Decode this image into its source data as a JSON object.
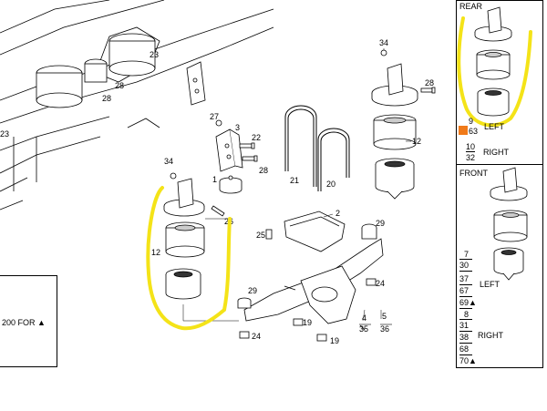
{
  "callouts": {
    "c34a": "34",
    "c28a": "28",
    "c12a": "12",
    "c23a": "23",
    "c28b": "28",
    "c28c": "28",
    "c23b": "23",
    "c27": "27",
    "c3": "3",
    "c22": "22",
    "c28d": "28",
    "c34b": "34",
    "c1": "1",
    "c26": "26",
    "c21": "21",
    "c20": "20",
    "c2": "2",
    "c12b": "12",
    "c25": "25",
    "c29a": "29",
    "c24a": "24",
    "c29b": "29",
    "c19a": "19",
    "c19b": "19",
    "c24b": "24",
    "c4": "4",
    "c5": "5",
    "c35": "35",
    "c36": "36"
  },
  "side_panel": {
    "rear": {
      "title": "REAR",
      "row1_num": "9",
      "row1_badge": "63",
      "row1_label": "LEFT",
      "row2_num_a": "10",
      "row2_num_b": "32",
      "row2_label": "RIGHT"
    },
    "front": {
      "title": "FRONT",
      "left_nums": [
        "7",
        "30",
        "37",
        "67",
        "69▲"
      ],
      "left_label": "LEFT",
      "right_nums": [
        "8",
        "31",
        "38",
        "68",
        "70▲"
      ],
      "right_label": "RIGHT"
    }
  },
  "note": {
    "text": "200 FOR ▲"
  },
  "colors": {
    "highlight_stroke": "#f4e318",
    "badge": "#f07a1a",
    "line": "#000000"
  }
}
